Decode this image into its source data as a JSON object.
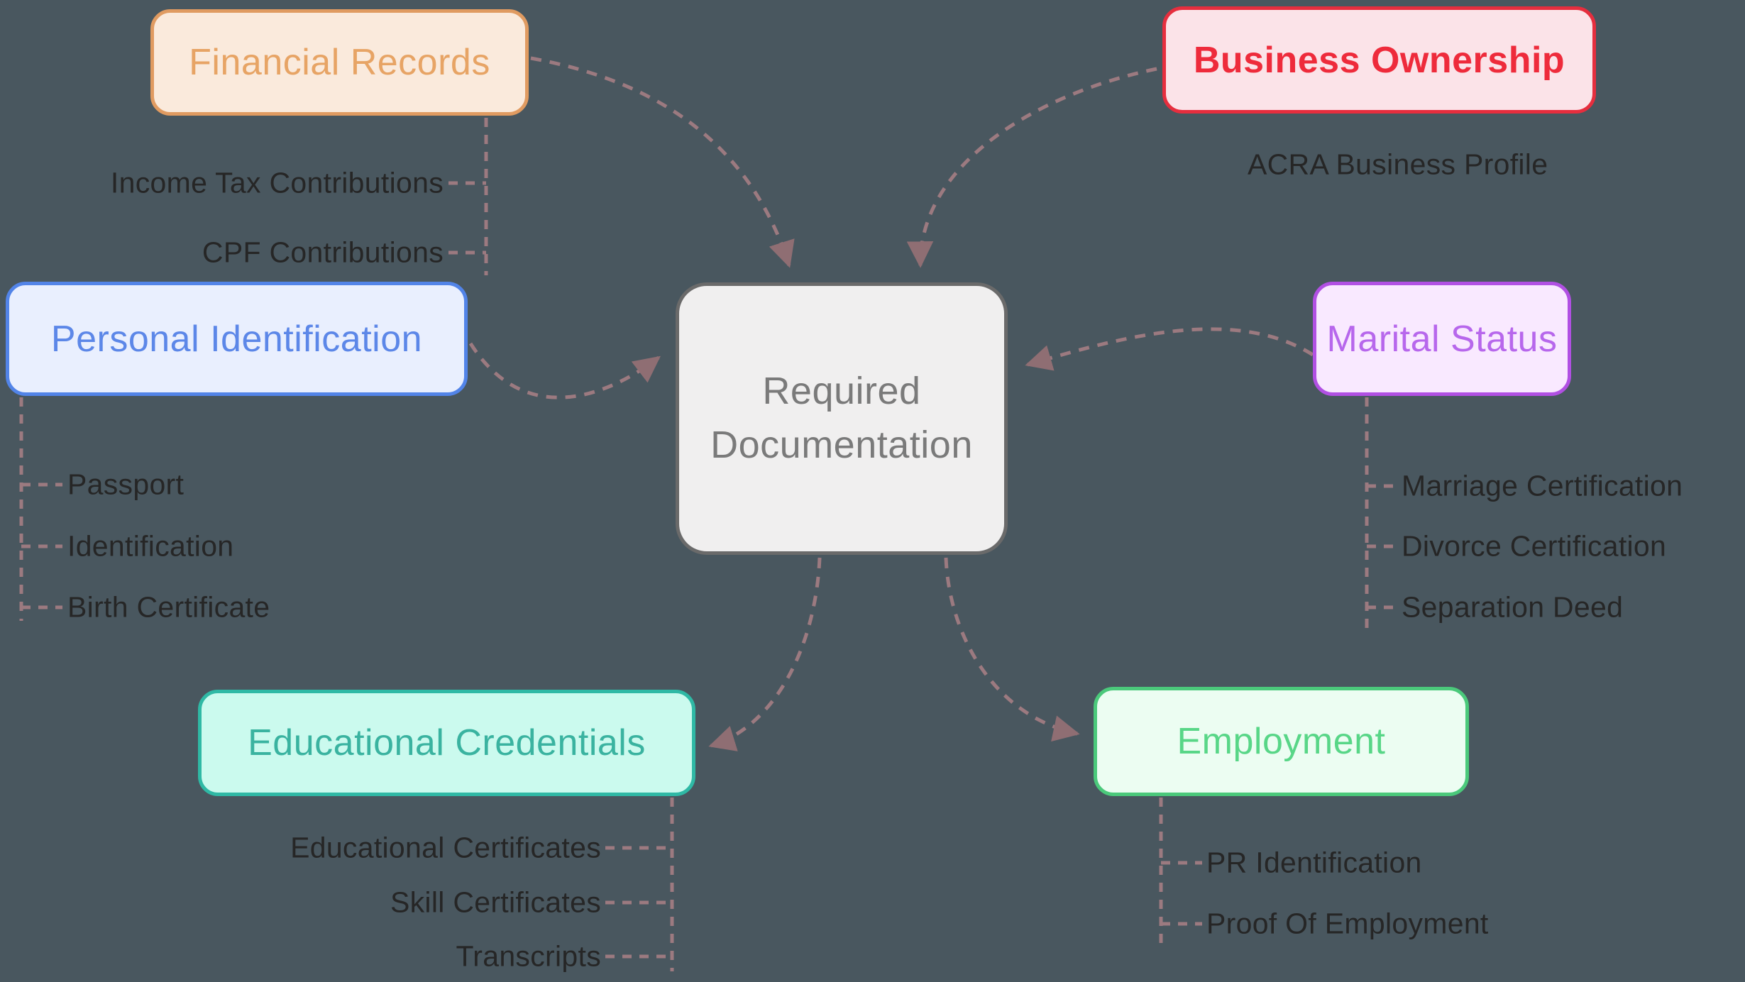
{
  "canvas": {
    "background": "#49575F",
    "connector_color": "#9C7A80",
    "arrowhead_color": "#8F6E73"
  },
  "center": {
    "label": "Required Documentation",
    "lines": [
      "Required",
      "Documentation"
    ],
    "fill": "#F0EFEF",
    "border": "#6A6A6A",
    "text_color": "#7A7A7A"
  },
  "branches": [
    {
      "label": "Financial Records",
      "fill": "#FAEADC",
      "border": "#E09B61",
      "text_color": "#E7A465",
      "items": [
        "Income Tax Contributions",
        "CPF Contributions"
      ]
    },
    {
      "label": "Business Ownership",
      "fill": "#FBE3E8",
      "border": "#E62E3E",
      "text_color": "#EE2B3B",
      "items": [
        "ACRA Business Profile"
      ]
    },
    {
      "label": "Personal Identification",
      "fill": "#E9EFFE",
      "border": "#5284E8",
      "text_color": "#5C87E8",
      "items": [
        "Passport",
        "Identification",
        "Birth Certificate"
      ]
    },
    {
      "label": "Marital Status",
      "fill": "#F9E9FF",
      "border": "#B150E3",
      "text_color": "#B767EC",
      "items": [
        "Marriage Certification",
        "Divorce Certification",
        "Separation Deed"
      ]
    },
    {
      "label": "Educational Credentials",
      "fill": "#CBFAEE",
      "border": "#2FB9A5",
      "text_color": "#3AB3A0",
      "items": [
        "Educational Certificates",
        "Skill Certificates",
        "Transcripts"
      ]
    },
    {
      "label": "Employment",
      "fill": "#ECFDF2",
      "border": "#4BC97B",
      "text_color": "#58D687",
      "items": [
        "PR Identification",
        "Proof Of Employment"
      ]
    }
  ]
}
